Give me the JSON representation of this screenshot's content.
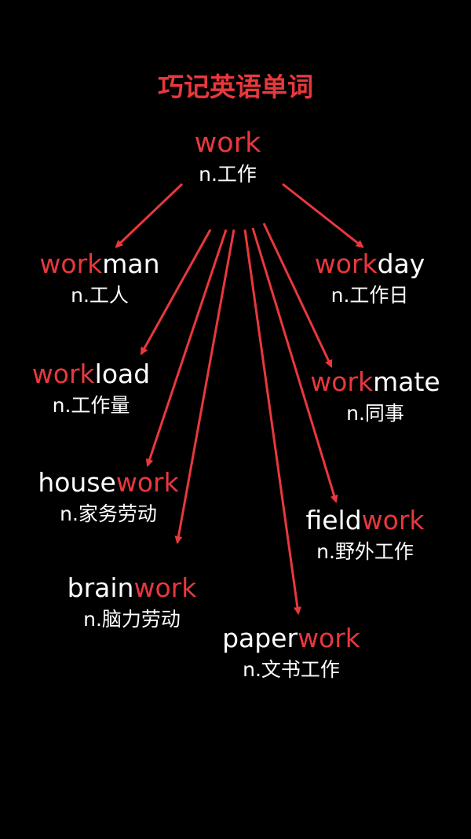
{
  "title": "巧记英语单词",
  "colors": {
    "background": "#000000",
    "highlight": "#e8383d",
    "text": "#ffffff",
    "arrow": "#e8383d"
  },
  "root": {
    "word": "work",
    "meaning": "n.工作"
  },
  "words": [
    {
      "pre": "",
      "hl": "work",
      "post": "man",
      "meaning": "n.工人"
    },
    {
      "pre": "",
      "hl": "work",
      "post": "day",
      "meaning": "n.工作日"
    },
    {
      "pre": "",
      "hl": "work",
      "post": "load",
      "meaning": "n.工作量"
    },
    {
      "pre": "",
      "hl": "work",
      "post": "mate",
      "meaning": "n.同事"
    },
    {
      "pre": "house",
      "hl": "work",
      "post": "",
      "meaning": "n.家务劳动"
    },
    {
      "pre": "field",
      "hl": "work",
      "post": "",
      "meaning": "n.野外工作"
    },
    {
      "pre": "brain",
      "hl": "work",
      "post": "",
      "meaning": "n.脑力劳动"
    },
    {
      "pre": "paper",
      "hl": "work",
      "post": "",
      "meaning": "n.文书工作"
    }
  ]
}
